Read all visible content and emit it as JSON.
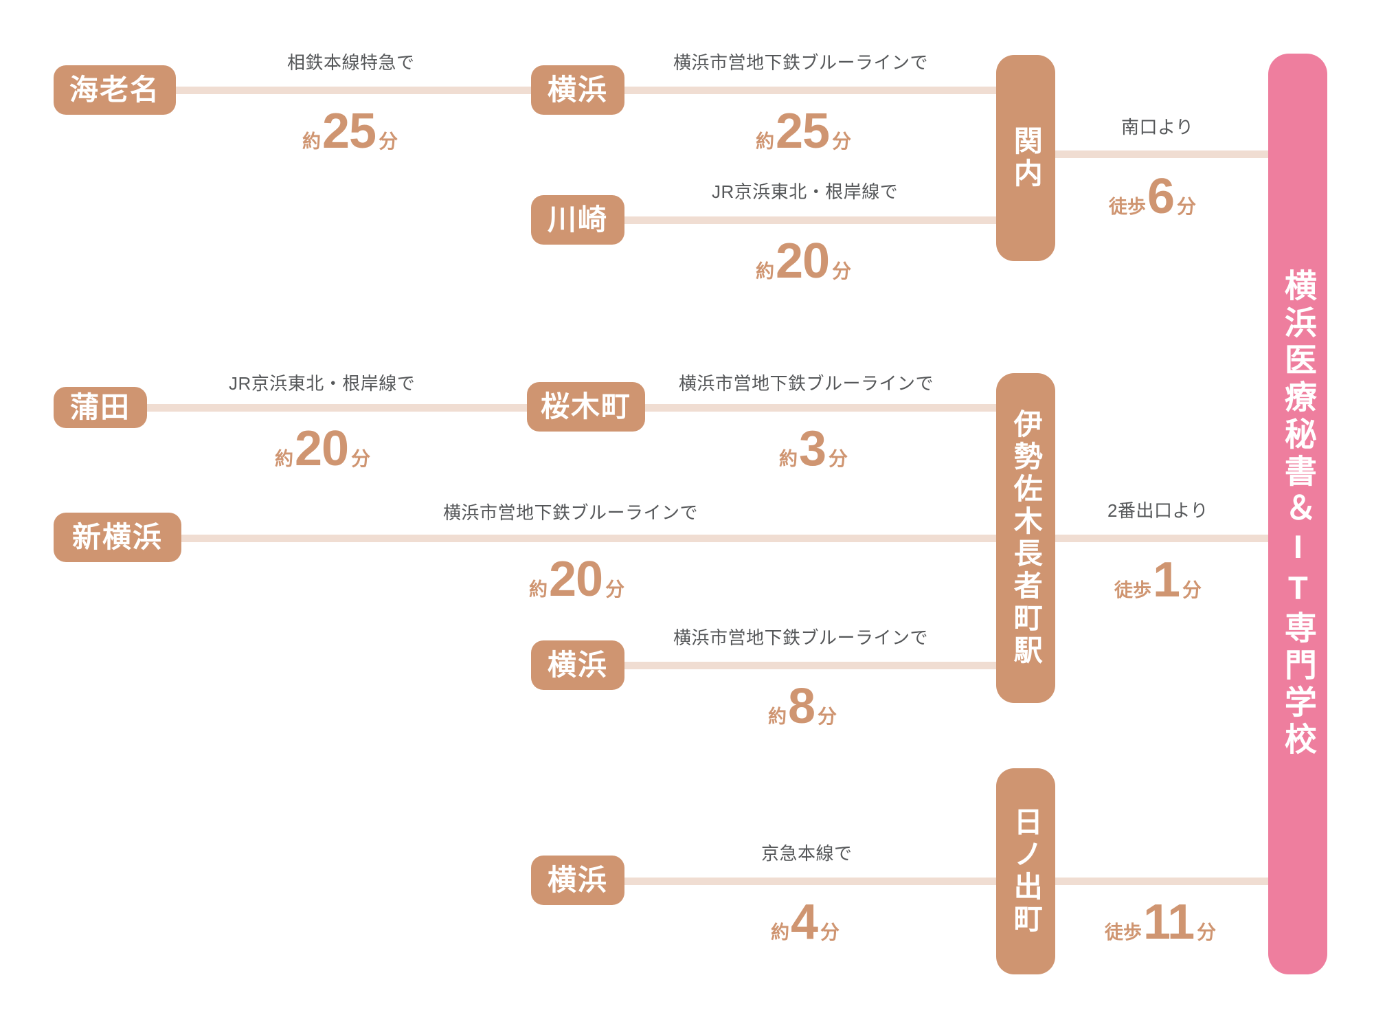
{
  "colors": {
    "station_bg": "#cf9571",
    "line": "#f0ddd2",
    "school_bg": "#ee7e9e",
    "label_text": "#555759",
    "duration_text": "#cf9571",
    "page_bg": "#ffffff"
  },
  "destination": {
    "name": "横浜医療秘書＆IT専門学校"
  },
  "groups": [
    {
      "hub": {
        "name": "関内"
      },
      "walk": {
        "exit_label": "南口より",
        "prefix": "徒歩",
        "value": "6",
        "unit": "分"
      },
      "routes": [
        {
          "from": "海老名",
          "line": "相鉄本線特急で",
          "prefix": "約",
          "value": "25",
          "unit": "分"
        },
        {
          "from": "横浜",
          "line": "横浜市営地下鉄ブルーラインで",
          "prefix": "約",
          "value": "25",
          "unit": "分"
        },
        {
          "from": "川崎",
          "line": "JR京浜東北・根岸線で",
          "prefix": "約",
          "value": "20",
          "unit": "分"
        }
      ]
    },
    {
      "hub": {
        "name": "伊勢佐木長者町駅"
      },
      "walk": {
        "exit_label": "2番出口より",
        "prefix": "徒歩",
        "value": "1",
        "unit": "分"
      },
      "routes": [
        {
          "from": "蒲田",
          "line": "JR京浜東北・根岸線で",
          "prefix": "約",
          "value": "20",
          "unit": "分"
        },
        {
          "from": "桜木町",
          "line": "横浜市営地下鉄ブルーラインで",
          "prefix": "約",
          "value": "3",
          "unit": "分"
        },
        {
          "from": "新横浜",
          "line": "横浜市営地下鉄ブルーラインで",
          "prefix": "約",
          "value": "20",
          "unit": "分"
        },
        {
          "from": "横浜",
          "line": "横浜市営地下鉄ブルーラインで",
          "prefix": "約",
          "value": "8",
          "unit": "分"
        }
      ]
    },
    {
      "hub": {
        "name": "日ノ出町"
      },
      "walk": {
        "exit_label": "",
        "prefix": "徒歩",
        "value": "11",
        "unit": "分"
      },
      "routes": [
        {
          "from": "横浜",
          "line": "京急本線で",
          "prefix": "約",
          "value": "4",
          "unit": "分"
        }
      ]
    }
  ]
}
